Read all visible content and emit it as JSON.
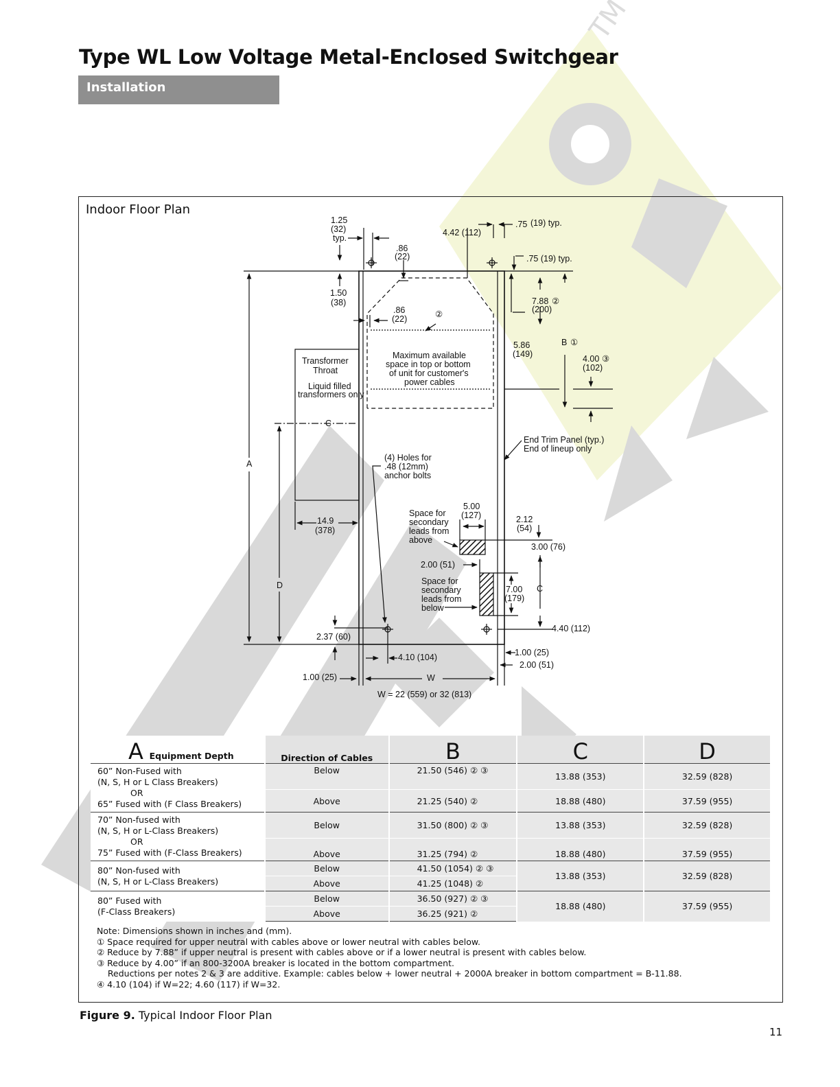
{
  "header": {
    "title": "Type WL Low Voltage Metal-Enclosed Switchgear",
    "section": "Installation"
  },
  "figure": {
    "box_title": "Indoor Floor Plan",
    "labels": {
      "d125": "1.25",
      "d125mm": "(32)",
      "d125typ": "typ.",
      "d442": "4.42 (112)",
      "d075a": ".75",
      "d075a_rest": "(19) typ.",
      "d086a": ".86",
      "d086amm": "(22)",
      "d075b": ".75 (19) typ.",
      "d150": "1.50",
      "d150mm": "(38)",
      "d788": "7.88",
      "d788mm": "(200)",
      "d086b": ".86",
      "d086bmm": "(22)",
      "d586": "5.86",
      "d586mm": "(149)",
      "dB": "B",
      "d400": "4.00",
      "d400mm": "(102)",
      "transformer1": "Transformer",
      "transformer2": "Throat",
      "liquid1": "Liquid filled",
      "liquid2": "transformers only",
      "maxspace1": "Maximum available",
      "maxspace2": "space in top or bottom",
      "maxspace3": "of unit for customer's",
      "maxspace4": "power cables",
      "cl": "C",
      "endtrim1": "End Trim Panel (typ.)",
      "endtrim2": "End of lineup only",
      "dA": "A",
      "holes1": "(4) Holes for",
      "holes2": ".48 (12mm)",
      "holes3": "anchor bolts",
      "d500": "5.00",
      "d500mm": "(127)",
      "sec_above1": "Space for",
      "sec_above2": "secondary",
      "sec_above3": "leads from",
      "sec_above4": "above",
      "d149": "14.9",
      "d149mm": "(378)",
      "d212": "2.12",
      "d212mm": "(54)",
      "d300": "3.00 (76)",
      "d200": "2.00 (51)",
      "sec_below1": "Space for",
      "sec_below2": "secondary",
      "sec_below3": "leads from",
      "sec_below4": "below",
      "d700": "7.00",
      "d700mm": "(179)",
      "dC": "C",
      "dD": "D",
      "d440": "4.40 (112)",
      "d237": "2.37 (60)",
      "d410": "4.10 (104)",
      "d100r": "1.00 (25)",
      "d200b": "2.00 (51)",
      "d100l": "1.00 (25)",
      "dW": "W",
      "wnote": "W = 22 (559) or 32 (813)"
    }
  },
  "table": {
    "headers": {
      "a_letter": "A",
      "a_text": "Equipment Depth",
      "dir": "Direction of Cables",
      "b": "B",
      "c": "C",
      "d": "D"
    },
    "groups": [
      {
        "equipment": [
          "60” Non-Fused with",
          "(N, S, H or L Class Breakers)",
          "OR",
          "65” Fused with (F Class Breakers)"
        ],
        "rows": [
          {
            "dir": "Below",
            "b": "21.50 (546) ② ③",
            "c": "13.88 (353)",
            "d": "32.59 (828)"
          },
          {
            "dir": "Above",
            "b": "21.25 (540) ②",
            "c": "18.88 (480)",
            "d": "37.59 (955)"
          }
        ]
      },
      {
        "equipment": [
          "70” Non-fused with",
          "(N, S, H or L-Class Breakers)",
          "OR",
          " 75” Fused with (F-Class Breakers)"
        ],
        "rows": [
          {
            "dir": "Below",
            "b": "31.50 (800) ② ③",
            "c": "13.88 (353)",
            "d": "32.59 (828)"
          },
          {
            "dir": "Above",
            "b": "31.25 (794) ②",
            "c": "18.88 (480)",
            "d": "37.59 (955)"
          }
        ]
      },
      {
        "equipment": [
          "80” Non-fused with",
          "(N, S, H or L-Class Breakers)"
        ],
        "rows": [
          {
            "dir": "Below",
            "b": "41.50 (1054) ② ③"
          },
          {
            "dir": "Above",
            "b": "41.25 (1048) ②"
          }
        ],
        "c": "13.88 (353)",
        "d": "32.59 (828)"
      },
      {
        "equipment": [
          "80” Fused with",
          "(F-Class Breakers)"
        ],
        "rows": [
          {
            "dir": "Below",
            "b": "36.50 (927) ② ③"
          },
          {
            "dir": "Above",
            "b": "36.25 (921) ②"
          }
        ],
        "c": "18.88 (480)",
        "d": "37.59 (955)"
      }
    ]
  },
  "notes": [
    "Note: Dimensions shown in inches and (mm).",
    "① Space required for upper neutral with cables above or lower neutral with cables below.",
    "② Reduce by 7.88” if upper neutral is present with cables above or if a lower neutral is present with cables below.",
    "③ Reduce by 4.00” if an 800-3200A breaker is located in the bottom compartment.",
    "    Reductions per notes 2 & 3 are additive. Example: cables below + lower neutral + 2000A breaker in bottom compartment = B-11.88.",
    "④ 4.10 (104) if W=22; 4.60 (117) if W=32."
  ],
  "footer": {
    "caption_bold": "Figure 9.",
    "caption_text": " Typical Indoor Floor Plan",
    "page_number": "11"
  },
  "watermark": {
    "tm": "TM",
    "color_gray": "#d4d4d4",
    "color_yellow": "#f3f5d6"
  }
}
